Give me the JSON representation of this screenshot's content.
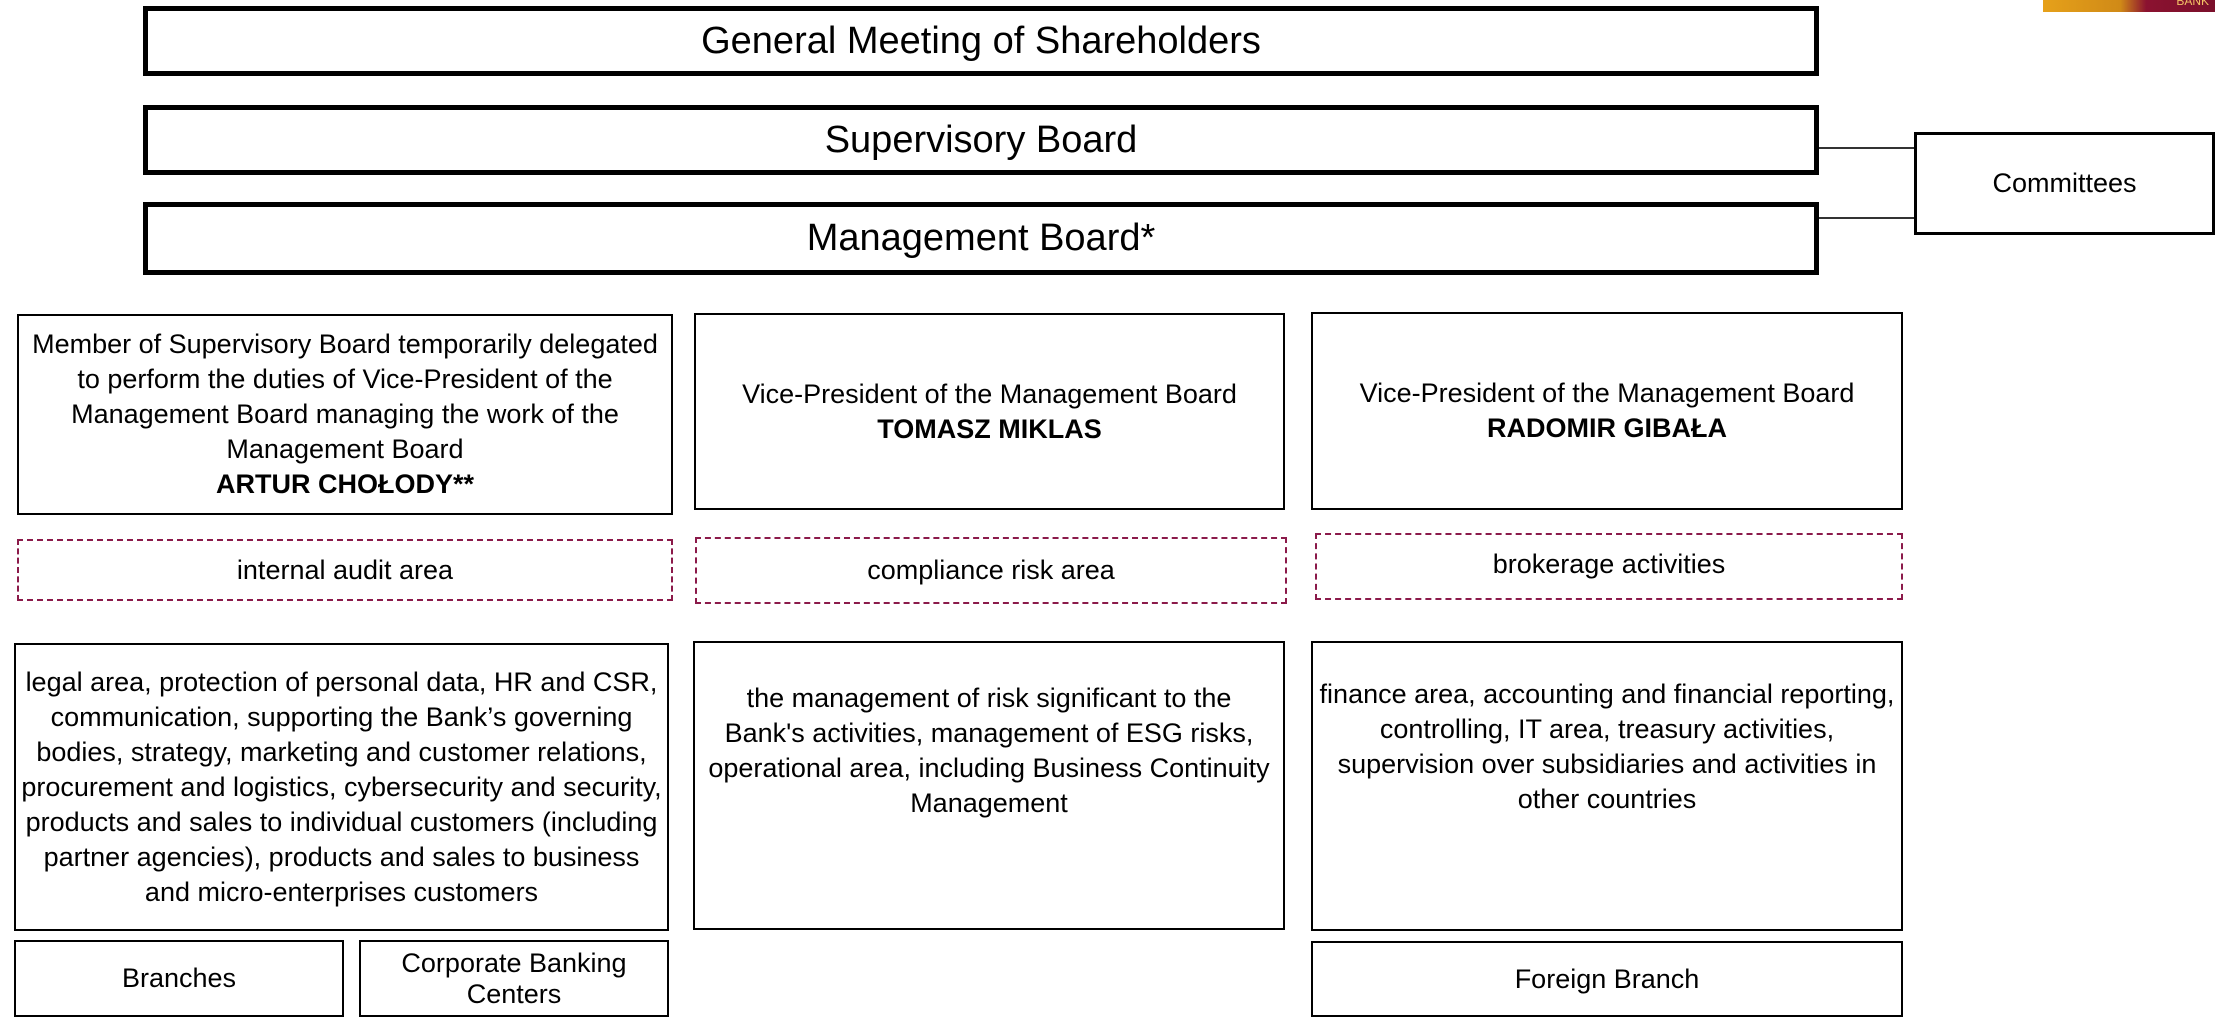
{
  "general_meeting": "General Meeting of Shareholders",
  "supervisory_board": "Supervisory Board",
  "management_board": "Management Board*",
  "committees": "Committees",
  "columns": [
    {
      "role": "Member of Supervisory Board temporarily delegated to perform the duties of Vice-President of the Management Board managing the work of the Management Board",
      "name": "ARTUR CHOŁODY**",
      "dashed_area": "internal audit area",
      "responsibilities": "legal area, protection of personal data, HR and CSR, communication, supporting the Bank’s governing bodies, strategy, marketing and customer relations, procurement and logistics, cybersecurity and security, products and sales to individual customers (including partner agencies), products and sales to business and micro-enterprises customers",
      "units": [
        "Branches",
        "Corporate Banking Centers"
      ]
    },
    {
      "role": "Vice-President of the Management Board",
      "name": "TOMASZ MIKLAS",
      "dashed_area": "compliance risk area",
      "responsibilities": "the management of risk significant to the Bank's activities, management of ESG risks, operational area, including Business Continuity Management"
    },
    {
      "role": "Vice-President of the Management Board",
      "name": "RADOMIR GIBAŁA",
      "dashed_area": "brokerage activities",
      "responsibilities": "finance area, accounting and financial reporting, controlling, IT area, treasury activities, supervision over subsidiaries and activities in other countries",
      "units": [
        "Foreign Branch"
      ]
    }
  ],
  "colors": {
    "dashed_border": "#8b1a4a",
    "border": "#000000"
  }
}
